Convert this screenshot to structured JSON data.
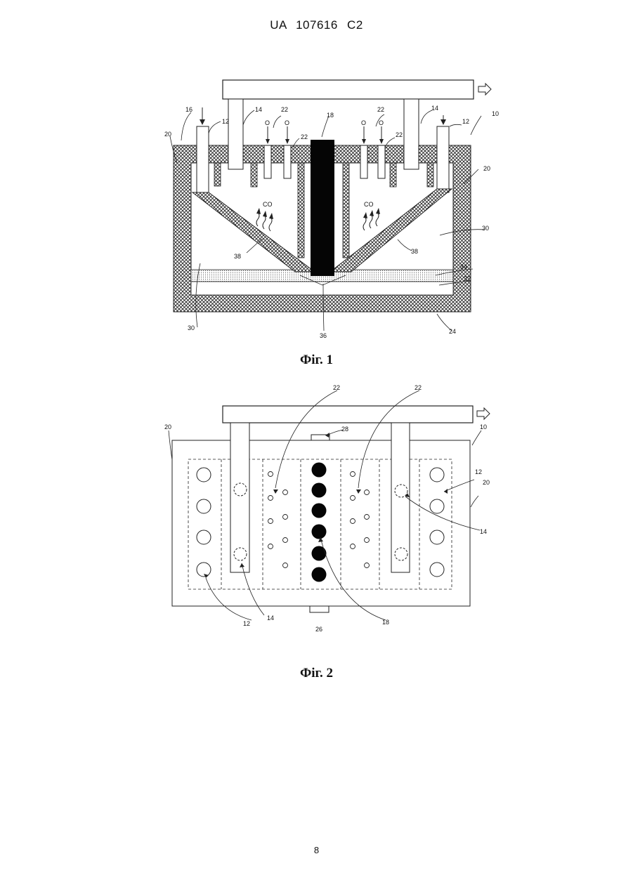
{
  "header": {
    "patent_number": "UA   107616   C2"
  },
  "figure1": {
    "caption": "Фіг. 1",
    "labels": {
      "l10": "10",
      "l12a": "12",
      "l12b": "12",
      "l14a": "14",
      "l14b": "14",
      "l16": "16",
      "l18": "18",
      "l20a": "20",
      "l20b": "20",
      "l22a": "22",
      "l22b": "22",
      "l22c": "22",
      "l22d": "22",
      "l24": "24",
      "l30a": "30",
      "l30b": "30",
      "l32": "32",
      "l34": "34",
      "l36": "36",
      "l38a": "38",
      "l38b": "38",
      "co1": "CO",
      "co2": "CO",
      "o1": "O",
      "o2": "O",
      "o3": "O",
      "o4": "O"
    }
  },
  "figure2": {
    "caption": "Фіг. 2",
    "labels": {
      "l10": "10",
      "l12a": "12",
      "l12b": "12",
      "l14a": "14",
      "l14b": "14",
      "l18": "18",
      "l20a": "20",
      "l20b": "20",
      "l22a": "22",
      "l22b": "22",
      "l26": "26",
      "l28": "28"
    }
  },
  "footer": {
    "page_number": "8"
  }
}
